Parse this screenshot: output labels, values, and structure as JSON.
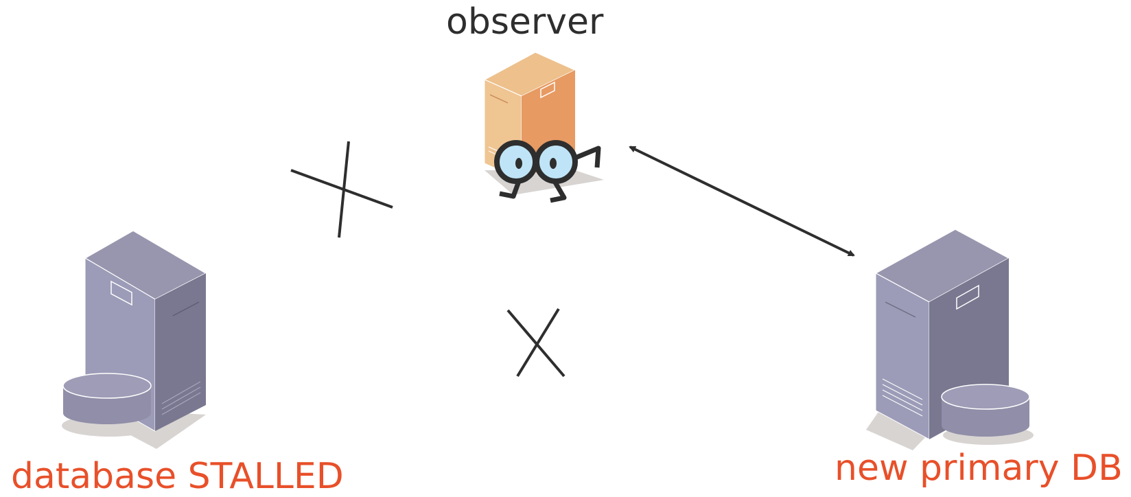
{
  "labels": {
    "observer": "observer",
    "stalled_db": "database STALLED",
    "new_primary": "new primary DB"
  },
  "colors": {
    "label_dark": "#2e2e2e",
    "label_accent": "#e8502a",
    "server_front": "#9c9cb8",
    "server_side": "#7a7890",
    "server_top": "#9896ae",
    "observer_front": "#efc592",
    "observer_side": "#e79a62",
    "observer_eye": "#bfe4f7"
  },
  "icons": {
    "observer": "observer-server-with-eyes-icon",
    "stalled_db": "database-server-icon",
    "new_primary": "database-server-icon",
    "broken_link": "cross-mark-icon",
    "active_link": "double-arrow-icon"
  }
}
